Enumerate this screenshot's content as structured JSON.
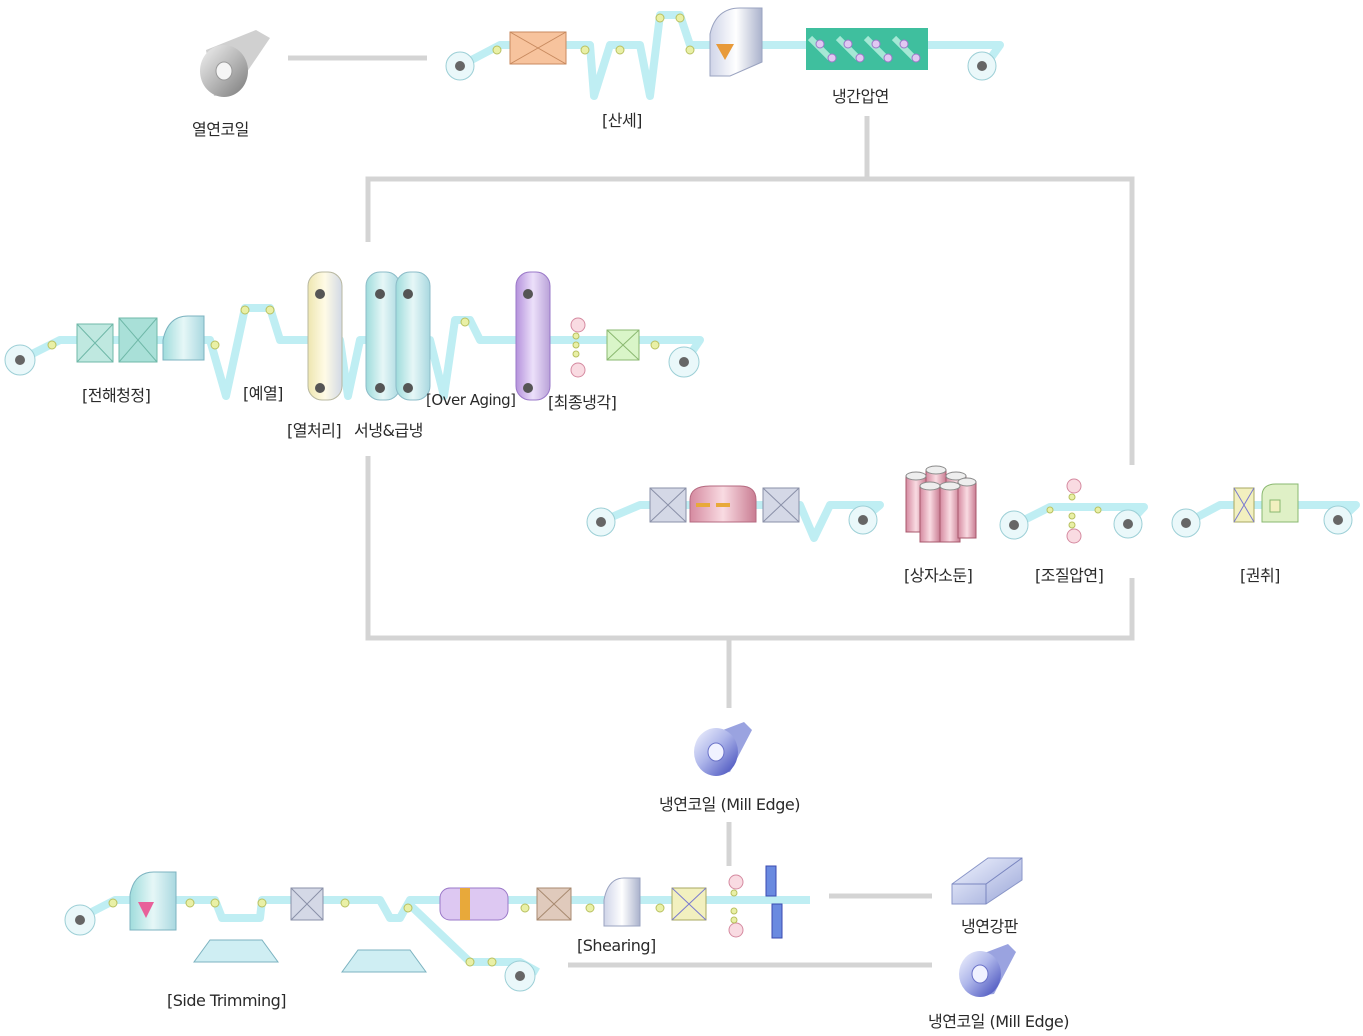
{
  "diagram_title": "",
  "colors": {
    "connector": "#d4d4d4",
    "strip": "#bfeef3",
    "roller": "#e9f0a6",
    "rust": "#f7c39d",
    "cold_roll": "#3fbf9e",
    "anneal_yellow": "#f4efbf",
    "anneal_teal": "#b6e2e2",
    "overage_purple": "#c9a8e6",
    "final_pink": "#f4c2c8",
    "coil_blue": "#4a56c4"
  },
  "labels": {
    "hot_coil": "열연코일",
    "pickling": "[산세]",
    "cold_rolling": "냉간압연",
    "electrolytic_cleaning": "[전해청정]",
    "preheat": "[예열]",
    "heat_treatment": "[열처리]",
    "slow_rapid_cooling": "서냉&급냉",
    "over_aging": "[Over Aging]",
    "final_cooling": "[최종냉각]",
    "batch_annealing": "[상자소둔]",
    "temper_rolling": "[조질압연]",
    "winding": "[권취]",
    "cold_coil_mill_edge": "냉연코일 (Mill Edge)",
    "side_trimming": "[Side Trimming]",
    "shearing": "[Shearing]",
    "cold_sheet": "냉연강판",
    "cold_coil_mill_edge_2": "냉연코일 (Mill Edge)"
  }
}
